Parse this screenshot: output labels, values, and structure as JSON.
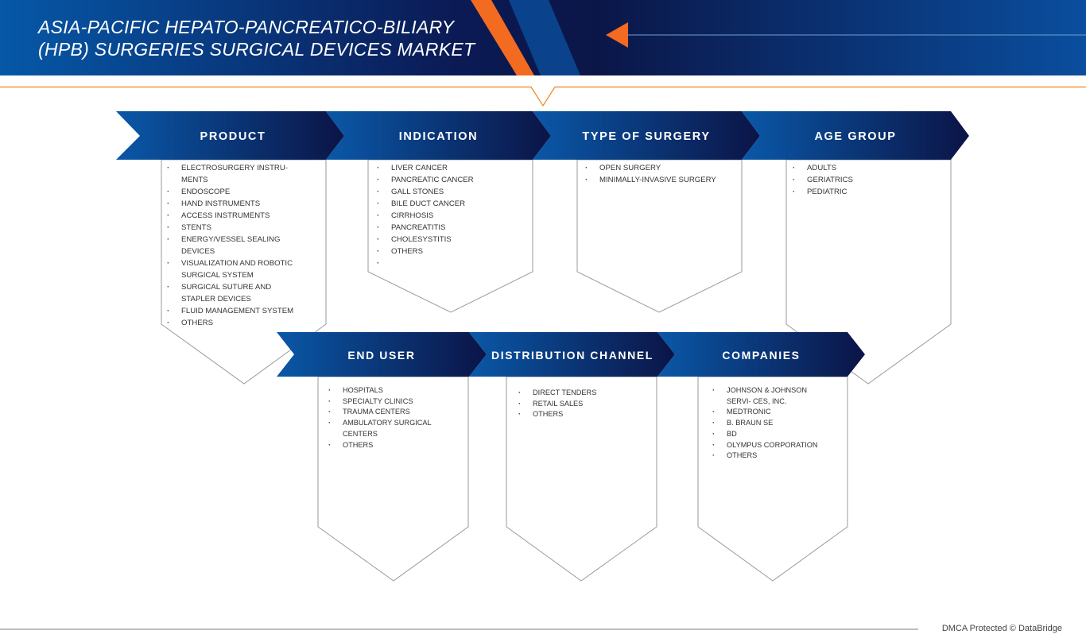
{
  "title": {
    "line1": "ASIA-PACIFIC HEPATO-PANCREATICO-BILIARY",
    "line2": "(HPB) SURGERIES SURGICAL DEVICES MARKET"
  },
  "colors": {
    "dark": "#0b1648",
    "blue": "#0a57a8",
    "orange": "#f26b21",
    "outline": "#9a9a9a"
  },
  "segments": [
    {
      "label": "PRODUCT",
      "items": [
        "ELECTROSURGERY INSTRU- MENTS",
        "ENDOSCOPE",
        "HAND INSTRUMENTS",
        "ACCESS INSTRUMENTS",
        "STENTS",
        "ENERGY/VESSEL SEALING DEVICES",
        "VISUALIZATION AND ROBOTIC SURGICAL SYSTEM",
        "SURGICAL SUTURE AND STAPLER DEVICES",
        "FLUID MANAGEMENT SYSTEM",
        "OTHERS"
      ]
    },
    {
      "label": "INDICATION",
      "items": [
        "LIVER CANCER",
        "PANCREATIC CANCER",
        "GALL STONES",
        "BILE DUCT CANCER",
        "CIRRHOSIS",
        "PANCREATITIS",
        "CHOLESYSTITIS",
        "OTHERS",
        ""
      ]
    },
    {
      "label": "TYPE OF SURGERY",
      "items": [
        "OPEN SURGERY",
        "MINIMALLY-INVASIVE SURGERY"
      ]
    },
    {
      "label": "AGE GROUP",
      "items": [
        "ADULTS",
        "GERIATRICS",
        "PEDIATRIC"
      ]
    },
    {
      "label": "END USER",
      "items": [
        "HOSPITALS",
        "SPECIALTY CLINICS",
        "TRAUMA CENTERS",
        "AMBULATORY SURGICAL CENTERS",
        "OTHERS"
      ]
    },
    {
      "label": "DISTRIBUTION CHANNEL",
      "items": [
        "DIRECT TENDERS",
        "RETAIL SALES",
        "OTHERS"
      ]
    },
    {
      "label": "COMPANIES",
      "items": [
        "JOHNSON & JOHNSON SERVI- CES, INC.",
        "MEDTRONIC",
        "B. BRAUN SE",
        "BD",
        "OLYMPUS CORPORATION",
        "OTHERS"
      ]
    }
  ],
  "footer": "DMCA Protected © DataBridge"
}
